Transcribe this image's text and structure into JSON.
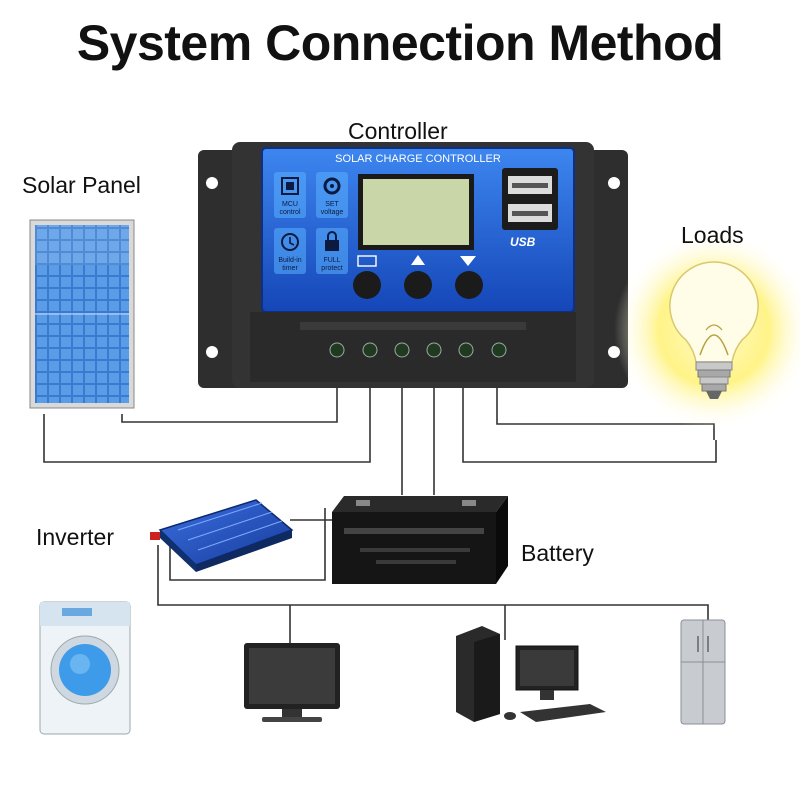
{
  "title": "System Connection Method",
  "labels": {
    "controller": "Controller",
    "solar_panel": "Solar Panel",
    "loads": "Loads",
    "inverter": "Inverter",
    "battery": "Battery"
  },
  "controller": {
    "header": "SOLAR CHARGE CONTROLLER",
    "usb": "USB",
    "features": [
      {
        "icon": "chip-icon",
        "line1": "MCU",
        "line2": "control"
      },
      {
        "icon": "gear-icon",
        "line1": "SET",
        "line2": "voltage"
      },
      {
        "icon": "clock-icon",
        "line1": "Build-in",
        "line2": "timer"
      },
      {
        "icon": "lock-icon",
        "line1": "FULL",
        "line2": "protect"
      }
    ]
  },
  "appliances": [
    "washing-machine-icon",
    "monitor-icon",
    "desktop-computer-icon",
    "refrigerator-icon"
  ],
  "colors": {
    "controller_blue": "#1c5fd6",
    "controller_body": "#2b2b2b",
    "lcd": "#c9d6a8",
    "wire": "#333333",
    "bulb_glow": "#fff27a"
  }
}
